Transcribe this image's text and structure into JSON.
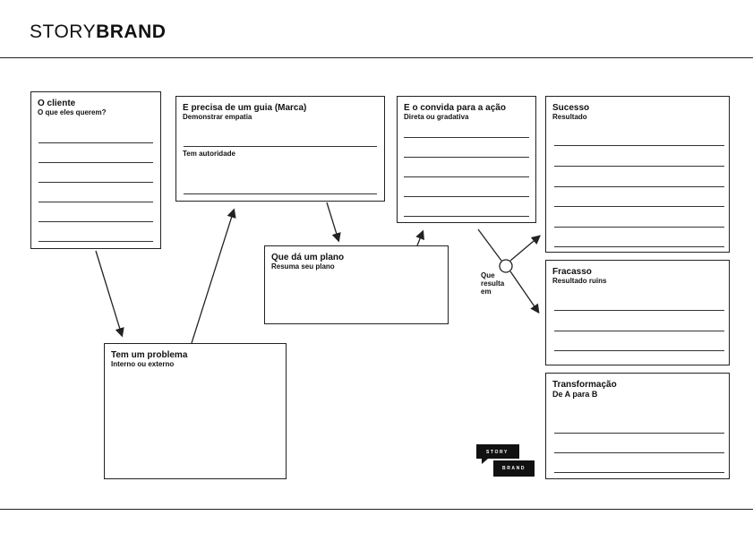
{
  "brand": {
    "light": "STORY",
    "bold": "BRAND"
  },
  "boxes": {
    "cliente": {
      "title": "O cliente",
      "subtitle": "O que eles querem?"
    },
    "guia": {
      "title": "E precisa de um guia (Marca)",
      "subtitle": "Demonstrar empatia",
      "subtitle2": "Tem autoridade"
    },
    "acao": {
      "title": "E o convida para a ação",
      "subtitle": "Direta ou gradativa"
    },
    "sucesso": {
      "title": "Sucesso",
      "subtitle": "Resultado"
    },
    "plano": {
      "title": "Que dá um plano",
      "subtitle": "Resuma seu plano"
    },
    "fracasso": {
      "title": "Fracasso",
      "subtitle": "Resultado ruins"
    },
    "problema": {
      "title": "Tem um problema",
      "subtitle": "Interno ou externo"
    },
    "transformacao": {
      "title": "Transformação",
      "subtitle": "De A para B"
    }
  },
  "connector_text": {
    "line1": "Que",
    "line2": "resulta",
    "line3": "em"
  },
  "badge": {
    "top": "STORY",
    "bottom": "BRAND"
  },
  "colors": {
    "ink": "#222222",
    "paper": "#ffffff"
  }
}
